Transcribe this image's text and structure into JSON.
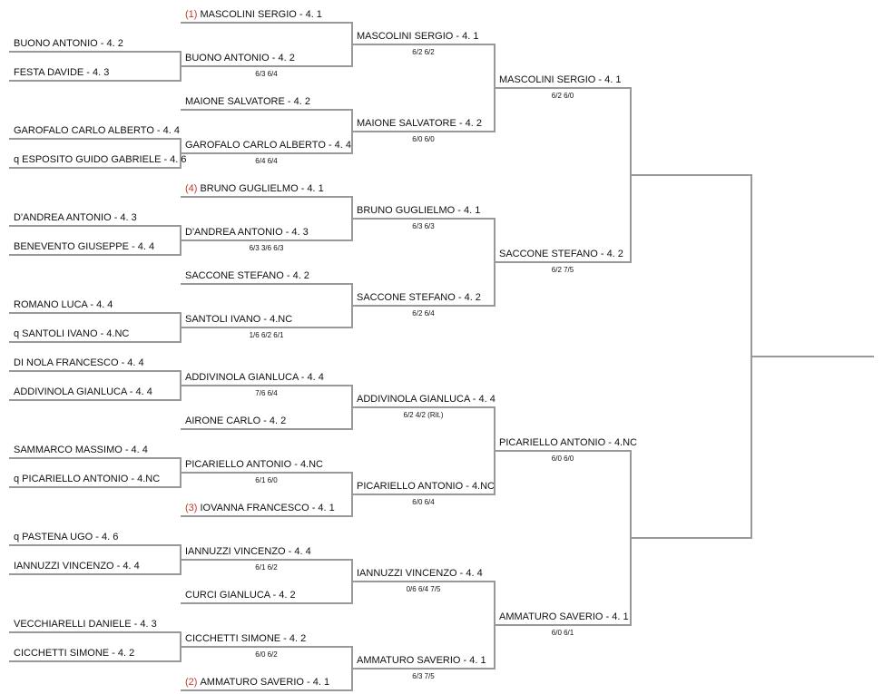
{
  "colors": {
    "line": "#999999",
    "seed": "#c0392b",
    "text": "#111111"
  },
  "round1": [
    {
      "name": "BUONO ANTONIO - 4. 2"
    },
    {
      "name": "FESTA DAVIDE - 4. 3"
    },
    {
      "name": "GAROFALO CARLO ALBERTO - 4. 4"
    },
    {
      "name": "q ESPOSITO GUIDO GABRIELE - 4. 6"
    },
    {
      "name": "D'ANDREA ANTONIO - 4. 3"
    },
    {
      "name": "BENEVENTO GIUSEPPE - 4. 4"
    },
    {
      "name": "ROMANO LUCA - 4. 4"
    },
    {
      "name": "q SANTOLI IVANO - 4.NC"
    },
    {
      "name": "DI NOLA FRANCESCO - 4. 4"
    },
    {
      "name": "ADDIVINOLA GIANLUCA - 4. 4"
    },
    {
      "name": "SAMMARCO MASSIMO - 4. 4"
    },
    {
      "name": "q PICARIELLO ANTONIO - 4.NC"
    },
    {
      "name": "q PASTENA UGO - 4. 6"
    },
    {
      "name": "IANNUZZI VINCENZO - 4. 4"
    },
    {
      "name": "VECCHIARELLI DANIELE - 4. 3"
    },
    {
      "name": "CICCHETTI SIMONE - 4. 2"
    }
  ],
  "round2": [
    {
      "seed": "(1)",
      "name": "MASCOLINI SERGIO - 4. 1"
    },
    {
      "name": "BUONO ANTONIO - 4. 2",
      "score": "6/3 6/4"
    },
    {
      "name": "MAIONE SALVATORE - 4. 2"
    },
    {
      "name": "GAROFALO CARLO ALBERTO - 4. 4",
      "score": "6/4 6/4"
    },
    {
      "seed": "(4)",
      "name": "BRUNO GUGLIELMO - 4. 1"
    },
    {
      "name": "D'ANDREA ANTONIO - 4. 3",
      "score": "6/3 3/6 6/3"
    },
    {
      "name": "SACCONE STEFANO - 4. 2"
    },
    {
      "name": "SANTOLI IVANO - 4.NC",
      "score": "1/6 6/2 6/1"
    },
    {
      "name": "ADDIVINOLA GIANLUCA - 4. 4",
      "score": "7/6 6/4"
    },
    {
      "name": "AIRONE CARLO - 4. 2"
    },
    {
      "name": "PICARIELLO ANTONIO - 4.NC",
      "score": "6/1 6/0"
    },
    {
      "seed": "(3)",
      "name": "IOVANNA FRANCESCO - 4. 1"
    },
    {
      "name": "IANNUZZI VINCENZO - 4. 4",
      "score": "6/1 6/2"
    },
    {
      "name": "CURCI GIANLUCA - 4. 2"
    },
    {
      "name": "CICCHETTI SIMONE - 4. 2",
      "score": "6/0 6/2"
    },
    {
      "seed": "(2)",
      "name": "AMMATURO SAVERIO - 4. 1"
    }
  ],
  "round3": [
    {
      "name": "MASCOLINI SERGIO - 4. 1",
      "score": "6/2 6/2"
    },
    {
      "name": "MAIONE SALVATORE - 4. 2",
      "score": "6/0 6/0"
    },
    {
      "name": "BRUNO GUGLIELMO - 4. 1",
      "score": "6/3 6/3"
    },
    {
      "name": "SACCONE STEFANO - 4. 2",
      "score": "6/2 6/4"
    },
    {
      "name": "ADDIVINOLA GIANLUCA - 4. 4",
      "score": "6/2 4/2 (Rit.)"
    },
    {
      "name": "PICARIELLO ANTONIO - 4.NC",
      "score": "6/0 6/4"
    },
    {
      "name": "IANNUZZI VINCENZO - 4. 4",
      "score": "0/6 6/4 7/5"
    },
    {
      "name": "AMMATURO SAVERIO - 4. 1",
      "score": "6/3 7/5"
    }
  ],
  "round4": [
    {
      "name": "MASCOLINI SERGIO - 4. 1",
      "score": "6/2 6/0"
    },
    {
      "name": "SACCONE STEFANO - 4. 2",
      "score": "6/2 7/5"
    },
    {
      "name": "PICARIELLO ANTONIO - 4.NC",
      "score": "6/0 6/0"
    },
    {
      "name": "AMMATURO SAVERIO - 4. 1",
      "score": "6/0 6/1"
    }
  ],
  "round5": [
    {
      "name": ""
    },
    {
      "name": ""
    }
  ],
  "final": [
    {
      "name": ""
    }
  ]
}
